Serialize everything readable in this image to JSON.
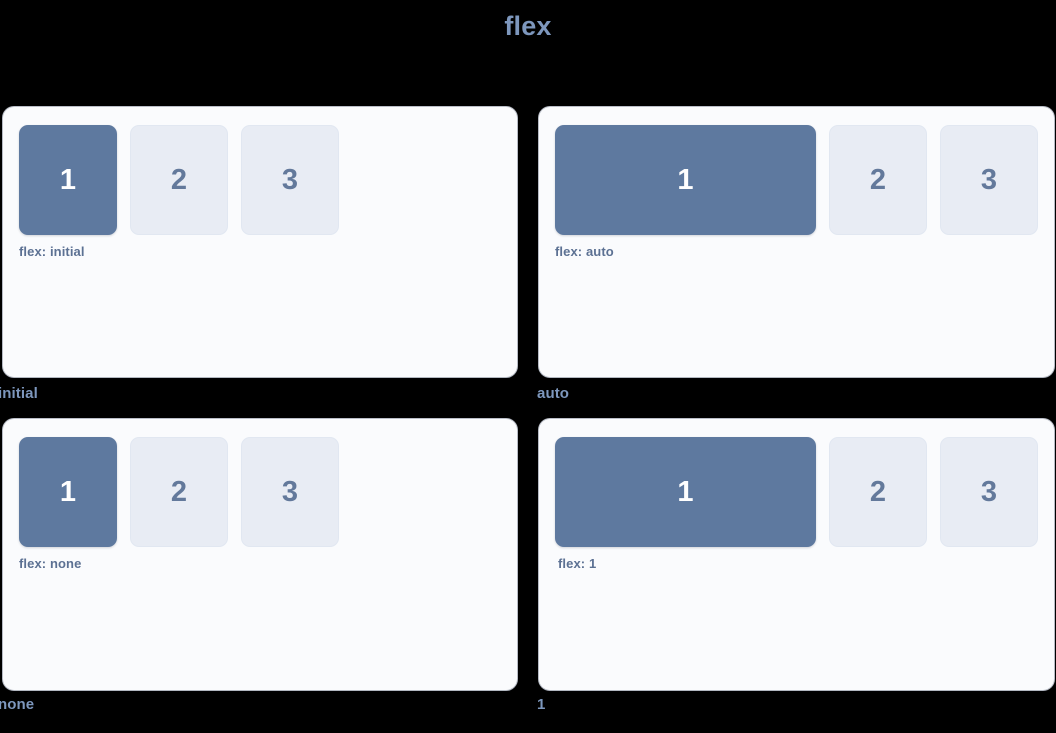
{
  "title": "flex",
  "theme": {
    "background": "#000000",
    "card_background": "#fafbfd",
    "card_border": "#dee4ef",
    "primary_box": "#5e799f",
    "primary_box_text": "#ffffff",
    "plain_box": "#e8ecf4",
    "plain_box_text": "#63799b",
    "title_color": "#7d97bd",
    "caption_color": "#7d97bd",
    "code_label_color": "#5c7193"
  },
  "cells": [
    {
      "caption": "initial",
      "code_label": "flex: initial",
      "flex_value": "initial",
      "boxes": [
        {
          "label": "1",
          "style": "primary"
        },
        {
          "label": "2",
          "style": "plain"
        },
        {
          "label": "3",
          "style": "plain"
        }
      ]
    },
    {
      "caption": "auto",
      "code_label": "flex: auto",
      "flex_value": "auto",
      "boxes": [
        {
          "label": "1",
          "style": "primary"
        },
        {
          "label": "2",
          "style": "plain"
        },
        {
          "label": "3",
          "style": "plain"
        }
      ]
    },
    {
      "caption": "none",
      "code_label": "flex: none",
      "flex_value": "none",
      "boxes": [
        {
          "label": "1",
          "style": "primary"
        },
        {
          "label": "2",
          "style": "plain"
        },
        {
          "label": "3",
          "style": "plain"
        }
      ]
    },
    {
      "caption": "1",
      "code_label": "flex: 1",
      "flex_value": "1",
      "boxes": [
        {
          "label": "1",
          "style": "primary"
        },
        {
          "label": "2",
          "style": "plain"
        },
        {
          "label": "3",
          "style": "plain"
        }
      ]
    }
  ]
}
